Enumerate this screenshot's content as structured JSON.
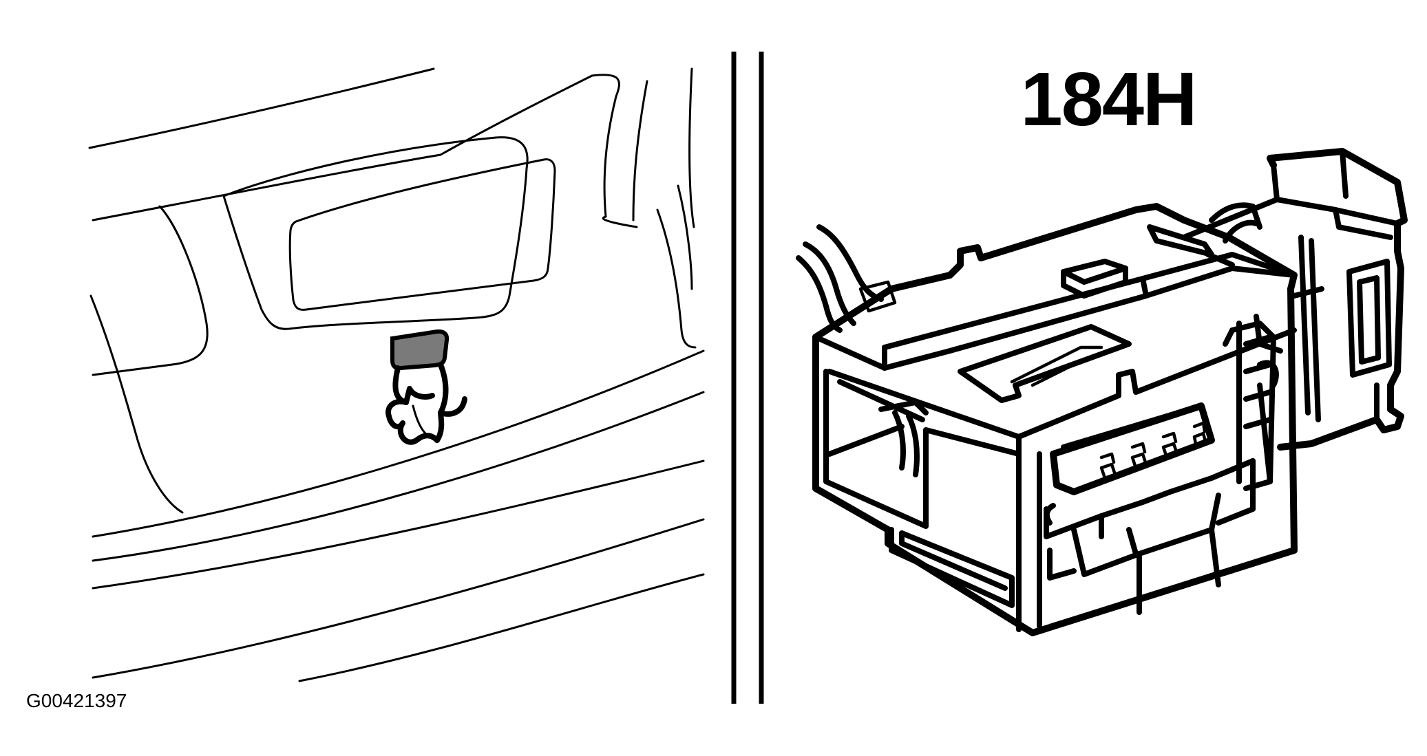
{
  "connector_label": "184H",
  "figure_id": "G00421397",
  "icons": {
    "vehicle_panel": "trunk-lid-license-plate-area-drawing",
    "connector": "electrical-connector-drawing",
    "separator": "double-vertical-rule"
  }
}
